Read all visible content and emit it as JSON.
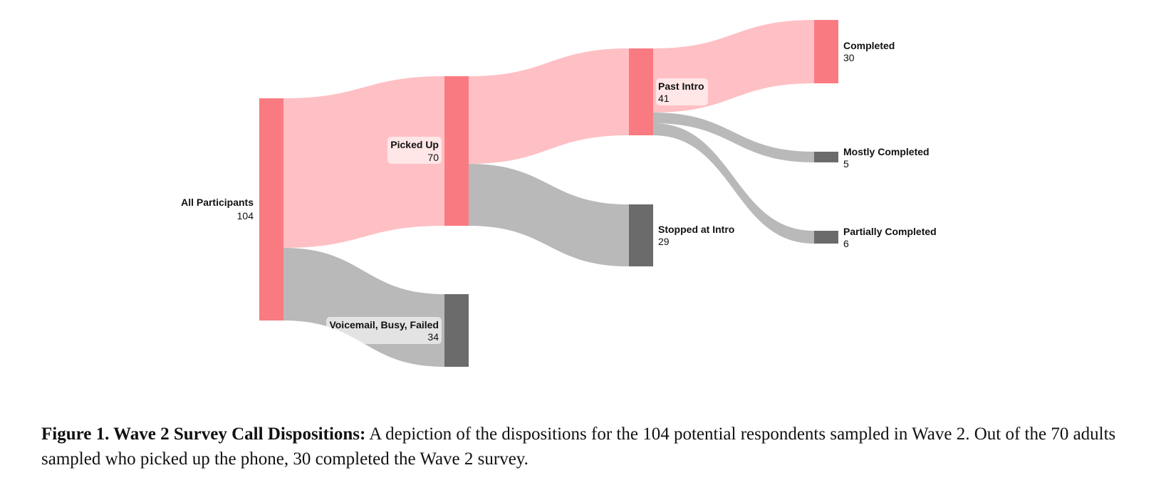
{
  "diagram": {
    "type": "sankey",
    "colors": {
      "accent_node": "#f97b81",
      "accent_link": "#fec0c4",
      "neutral_node": "#6b6b6b",
      "neutral_link": "#b9b9b9",
      "label_bg": "#ffffff"
    },
    "nodes": [
      {
        "id": "all",
        "name": "All Participants",
        "value": "104",
        "kind": "accent"
      },
      {
        "id": "picked",
        "name": "Picked Up",
        "value": "70",
        "kind": "accent"
      },
      {
        "id": "voicemail",
        "name": "Voicemail, Busy, Failed",
        "value": "34",
        "kind": "neutral"
      },
      {
        "id": "past",
        "name": "Past Intro",
        "value": "41",
        "kind": "accent"
      },
      {
        "id": "stopped",
        "name": "Stopped at Intro",
        "value": "29",
        "kind": "neutral"
      },
      {
        "id": "completed",
        "name": "Completed",
        "value": "30",
        "kind": "accent"
      },
      {
        "id": "mostly",
        "name": "Mostly Completed",
        "value": "5",
        "kind": "neutral"
      },
      {
        "id": "partially",
        "name": "Partially Completed",
        "value": "6",
        "kind": "neutral"
      }
    ],
    "links": [
      {
        "source": "all",
        "target": "picked",
        "value": 70,
        "kind": "accent"
      },
      {
        "source": "all",
        "target": "voicemail",
        "value": 34,
        "kind": "neutral"
      },
      {
        "source": "picked",
        "target": "past",
        "value": 41,
        "kind": "accent"
      },
      {
        "source": "picked",
        "target": "stopped",
        "value": 29,
        "kind": "neutral"
      },
      {
        "source": "past",
        "target": "completed",
        "value": 30,
        "kind": "accent"
      },
      {
        "source": "past",
        "target": "mostly",
        "value": 5,
        "kind": "neutral"
      },
      {
        "source": "past",
        "target": "partially",
        "value": 6,
        "kind": "neutral"
      }
    ]
  },
  "caption": {
    "bold": "Figure 1. Wave 2 Survey Call Dispositions:",
    "text": " A depiction of the dispositions for the 104 potential respondents sampled in Wave 2. Out of the 70 adults sampled who picked up the phone, 30 completed the Wave 2 survey."
  }
}
